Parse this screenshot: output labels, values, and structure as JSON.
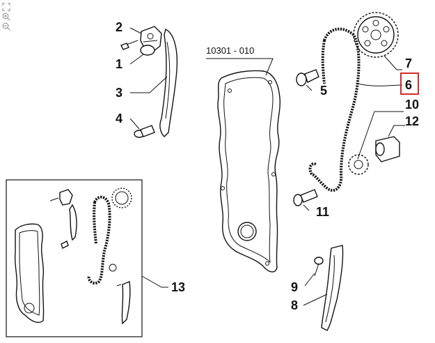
{
  "labels": {
    "l1": "1",
    "l2": "2",
    "l3": "3",
    "l4": "4",
    "l5": "5",
    "l6": "6",
    "l7": "7",
    "l8": "8",
    "l9": "9",
    "l10": "10",
    "l11": "11",
    "l12": "12",
    "l13": "13"
  },
  "cover_code": "10301 - 010",
  "highlight": {
    "label": "6",
    "color": "#d62b2b"
  },
  "toolbar": {
    "icons": [
      "fullscreen-icon",
      "zoom-in-icon",
      "zoom-out-icon"
    ]
  }
}
